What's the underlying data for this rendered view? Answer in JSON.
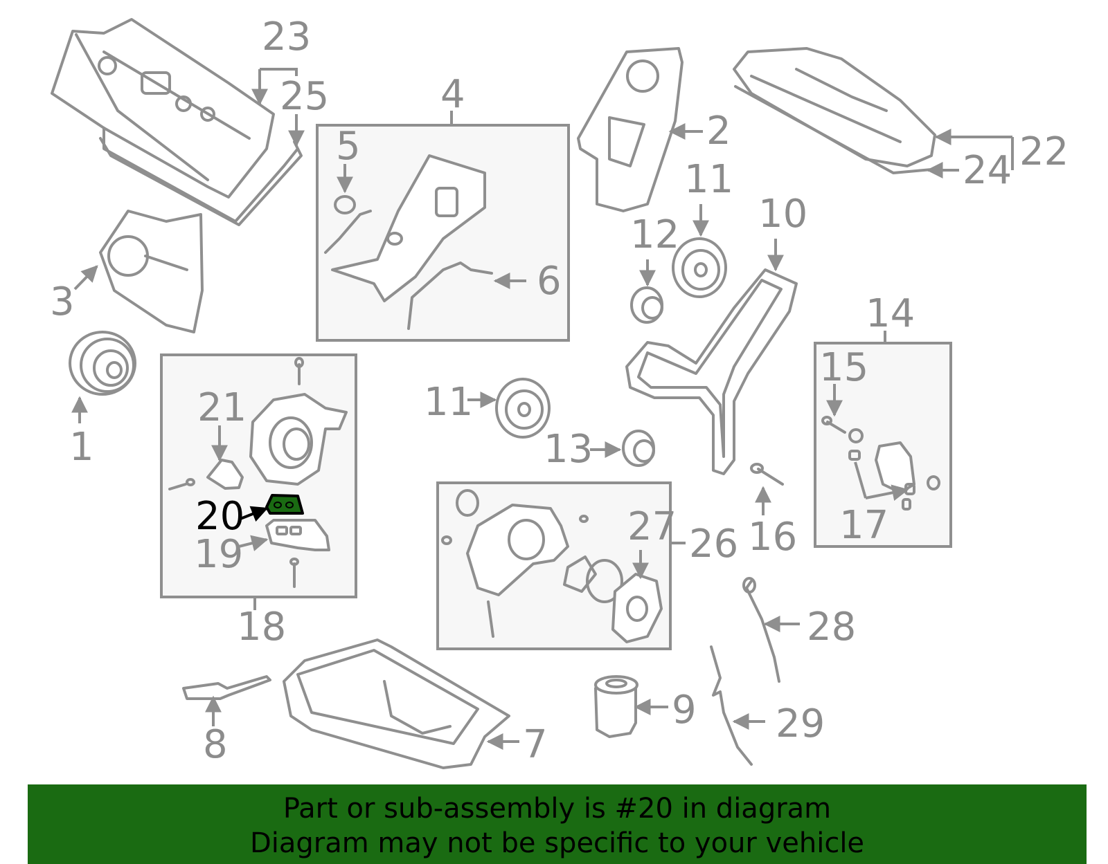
{
  "labels": {
    "l1": "1",
    "l2": "2",
    "l3": "3",
    "l4": "4",
    "l5": "5",
    "l6": "6",
    "l7": "7",
    "l8": "8",
    "l9": "9",
    "l10": "10",
    "l11a": "11",
    "l11b": "11",
    "l12": "12",
    "l13": "13",
    "l14": "14",
    "l15": "15",
    "l16": "16",
    "l17": "17",
    "l18": "18",
    "l19": "19",
    "l20": "20",
    "l21": "21",
    "l22": "22",
    "l23": "23",
    "l24": "24",
    "l25": "25",
    "l26": "26",
    "l27": "27",
    "l28": "28",
    "l29": "29"
  },
  "highlight": {
    "part_number": "20",
    "color": "#1a6b12"
  },
  "colors": {
    "line": "#8f8f8f",
    "label": "#8c8c8c",
    "banner": "#1a6b12",
    "box_fill": "#f7f7f7"
  },
  "banner": {
    "line1": "Part or sub-assembly is #20 in diagram",
    "line2": "Diagram may not be specific to your vehicle"
  }
}
